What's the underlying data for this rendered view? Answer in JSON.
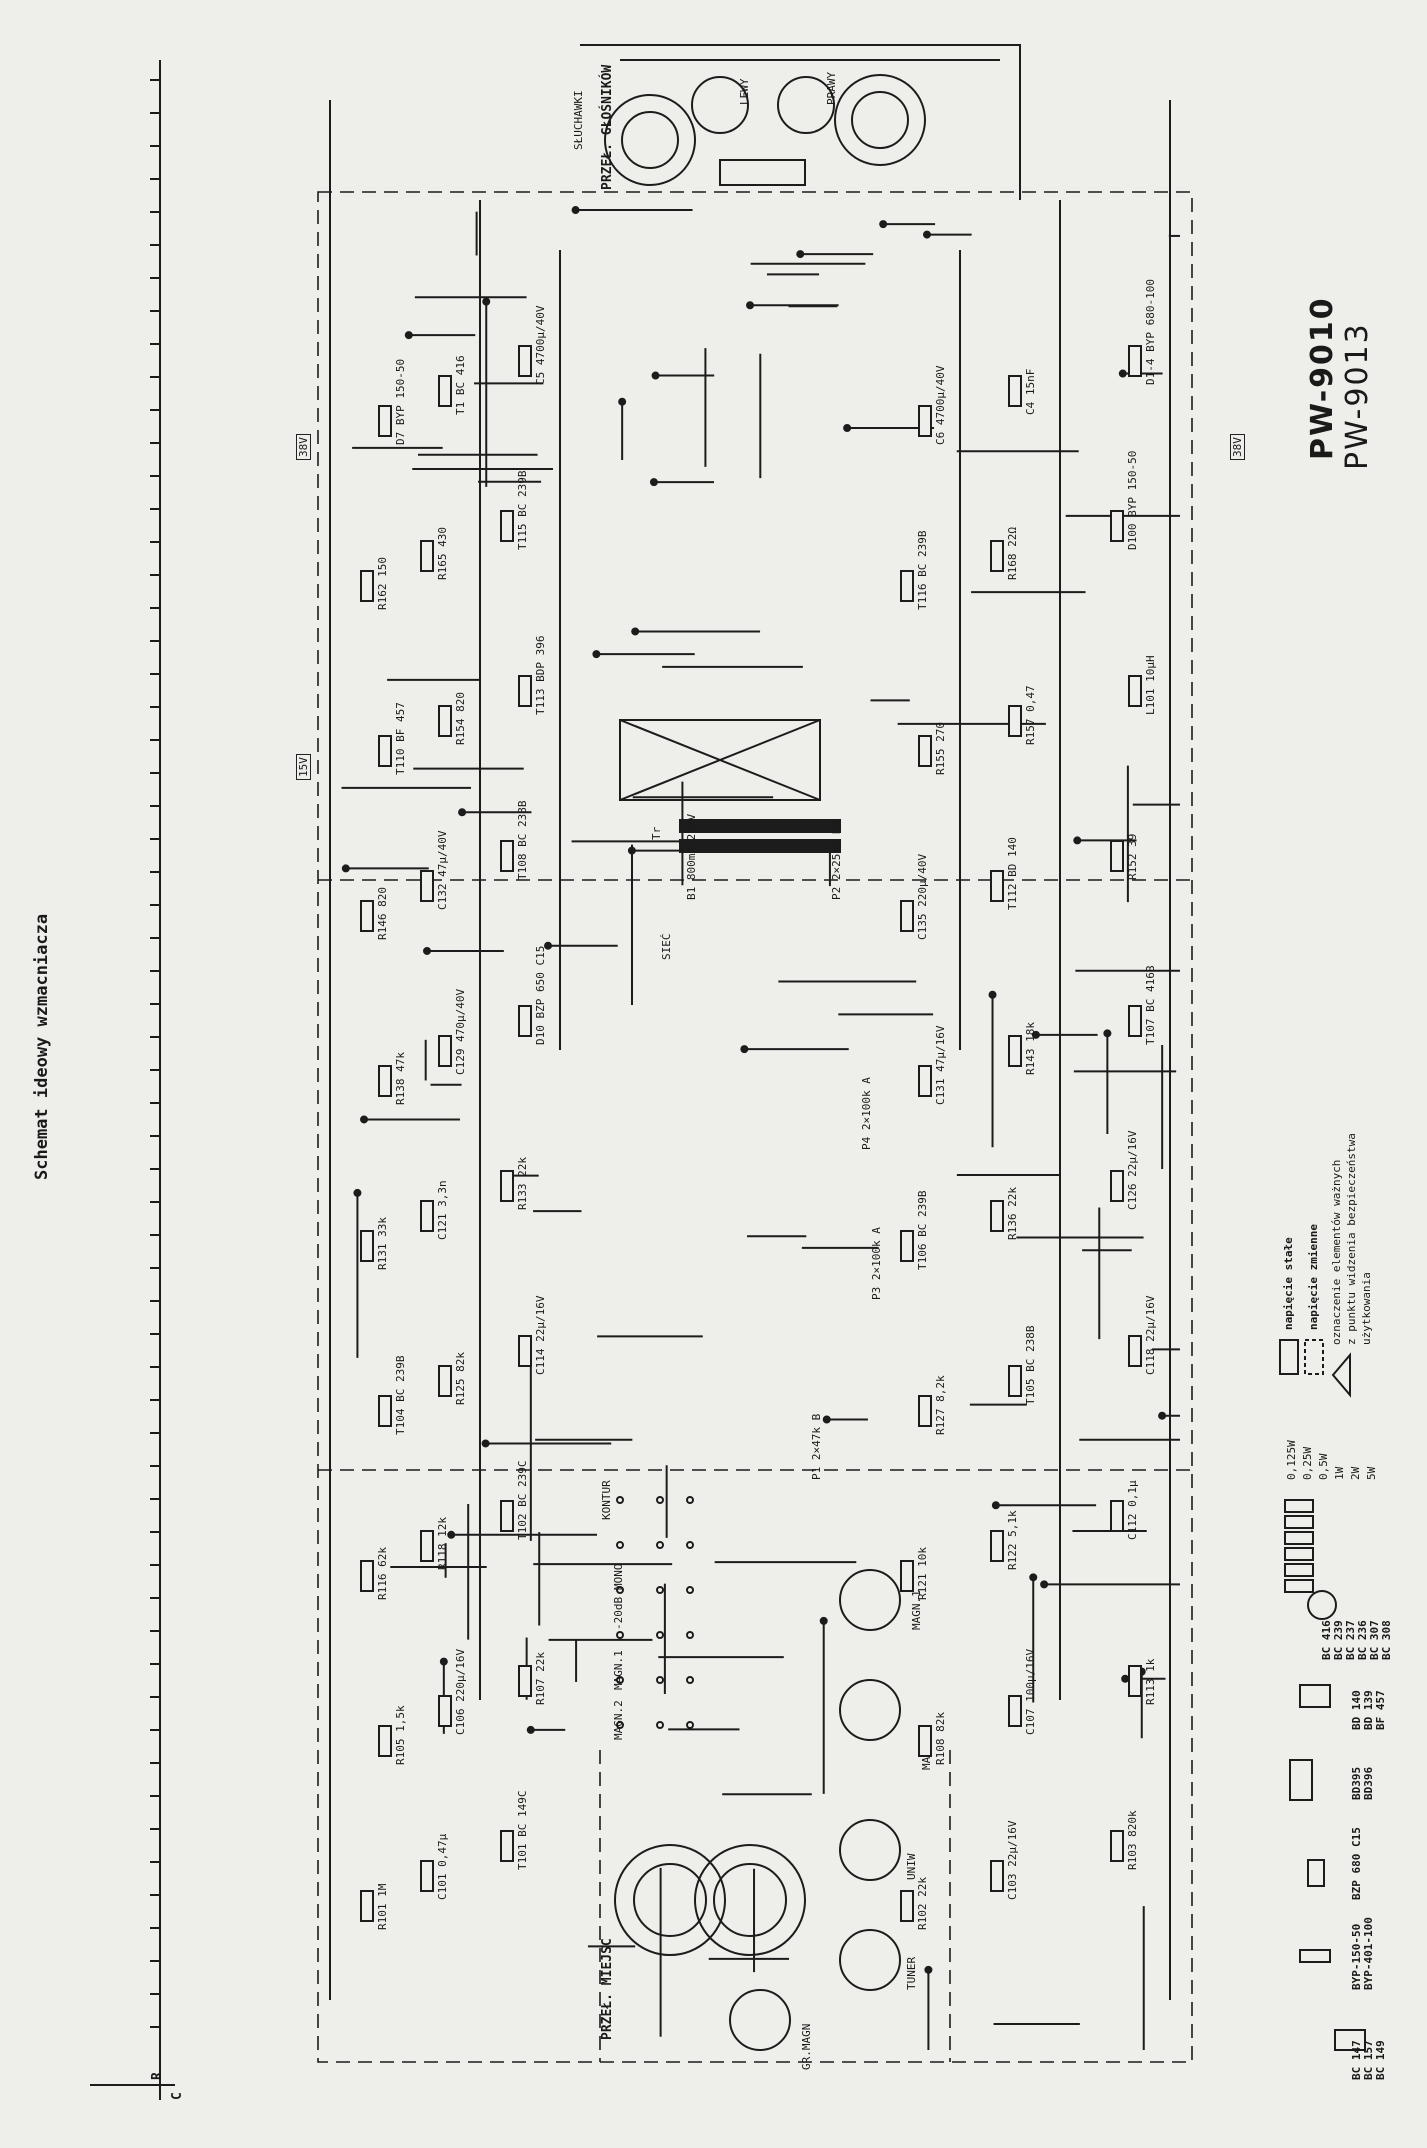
{
  "title": "Schemat ideowy wzmacniacza",
  "models": [
    "PW-9010",
    "PW-9013"
  ],
  "ruler": {
    "r": "R",
    "c": "C"
  },
  "legend": {
    "dc": "napięcie stałe",
    "ac": "napięcie zmienne",
    "safety_1": "oznaczenie elementów ważnych",
    "safety_2": "z punktu widzenia bezpieczeństwa",
    "safety_3": "użytkowania",
    "ratings": [
      "0,125W",
      "0,25W",
      "0,5W",
      "1W",
      "2W",
      "5W"
    ]
  },
  "packages": {
    "to92": [
      "BC 416",
      "BC 239",
      "BC 237",
      "BC 236",
      "BC 307",
      "BC 308"
    ],
    "to126": [
      "BD 140",
      "BD 139",
      "BF 457"
    ],
    "to220": [
      "BD395",
      "BD396"
    ],
    "zener": "BZP 680 C15",
    "diode": [
      "BYP-150-50",
      "BYP-401-100"
    ],
    "small": [
      "BC 147",
      "BC 157",
      "BC 149"
    ]
  },
  "connectors": {
    "speakers_switch": "PRZEŁ. GŁOŚNIKÓW",
    "left": "LEWY",
    "right": "PRAWY",
    "headphones": "SŁUCHAWKI",
    "input_switch": "PRZEŁ. MIEJSC",
    "contour": "KONTUR",
    "mono": "MONO",
    "minus20": "-20dB",
    "magn1": "MAGN.1",
    "magn2": "MAGN.2",
    "univ": "UNIW",
    "tuner": "TUNER",
    "gr_magn": "GR.MAGN",
    "mains": "SIEĆ",
    "p1": "P1 2×47k B",
    "p2": "P2 2×250k MM",
    "p3": "P3 2×100k A",
    "p4": "P4 2×100k A",
    "fuse": "B1 800mA/250V",
    "tr": "Tr",
    "supply_38": "38V",
    "supply_15": "15V"
  },
  "components": [
    "R101 1M",
    "C101 0,47µ",
    "T101 BC 149C",
    "R102 22k",
    "C103 22µ/16V",
    "R103 820k",
    "R105 1,5k",
    "C106 220µ/16V",
    "R107 22k",
    "R108 82k",
    "C107 100µ/16V",
    "R113 1k",
    "R116 62k",
    "R118 12k",
    "T102 BC 239C",
    "R121 10k",
    "R122 5,1k",
    "C112 0,1µ",
    "T104 BC 239B",
    "R125 82k",
    "C114 22µ/16V",
    "R127 8,2k",
    "T105 BC 238B",
    "C118 22µ/16V",
    "R131 33k",
    "C121 3,3n",
    "R133 22k",
    "T106 BC 239B",
    "R136 22k",
    "C126 22µ/16V",
    "R138 47k",
    "C129 470µ/40V",
    "D10 BZP 650 C15",
    "C131 47µ/16V",
    "R143 18k",
    "T107 BC 416B",
    "R146 820",
    "C132 47µ/40V",
    "T108 BC 238B",
    "C135 220µ/40V",
    "T112 BD 140",
    "R152 39",
    "T110 BF 457",
    "R154 820",
    "T113 BDP 396",
    "R155 270",
    "R157 0,47",
    "L101 10µH",
    "R162 150",
    "R165 430",
    "T115 BC 239B",
    "T116 BC 239B",
    "R168 22Ω",
    "D100 BYP 150-50",
    "D7 BYP 150-50",
    "T1 BC 416",
    "C5 4700µ/40V",
    "C6 4700µ/40V",
    "C4 15nF",
    "D1-4 BYP 680-100"
  ]
}
